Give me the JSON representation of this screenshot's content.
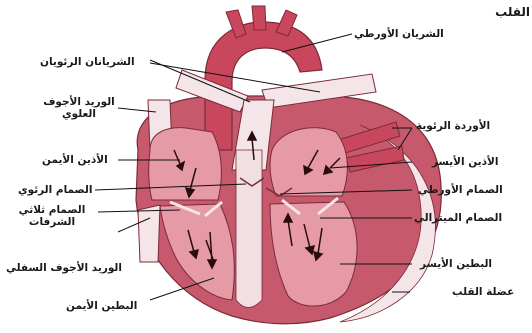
{
  "title": "القلب",
  "labels": {
    "aorta": "الشريان الأورطي",
    "pulmonary_arteries": "الشريانان الرئويان",
    "superior_vena_cava": "الوريد الأجوف العلوي",
    "pulmonary_veins": "الأوردة الرئوية",
    "right_atrium": "الأذين الأيمن",
    "left_atrium": "الأذين الأيسر",
    "pulmonary_valve": "الصمام الرئوي",
    "aortic_valve": "الصمام الأورطي",
    "tricuspid_valve": "الصمام ثلاثي الشرفات",
    "mitral_valve": "الصمام الميترالي",
    "inferior_vena_cava": "الوريد الأجوف السفلي",
    "left_ventricle": "البطين الأيسر",
    "right_ventricle": "البطين الأيمن",
    "heart_muscle": "عضلة القلب"
  },
  "colors": {
    "chamber": "#e59aa6",
    "chamber_deep": "#d47a88",
    "muscle": "#c65a6c",
    "aorta": "#c9475c",
    "vessel_pale": "#f4e6e8",
    "outline": "#7b2a38",
    "arrow": "#2a0c10",
    "leader": "#111111"
  }
}
